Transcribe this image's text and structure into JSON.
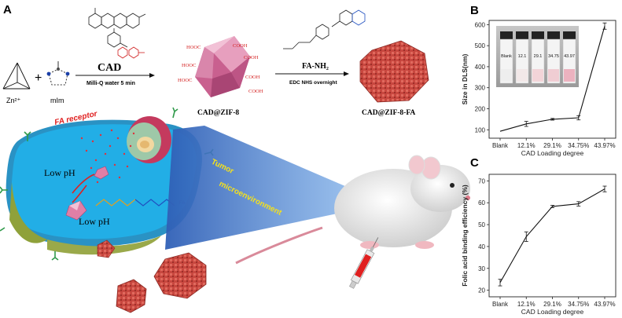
{
  "panel_a": {
    "letter": "A",
    "zn_label": "Zn²⁺",
    "mim_label": "mIm",
    "plus": "+",
    "cad_label": "CAD",
    "step1": "Milli-Q water  5 min",
    "cad_zif_label": "CAD@ZIF-8",
    "fa_label": "FA-NH₂",
    "step2": "EDC NHS overnight",
    "cad_zif_fa_label": "CAD@ZIF-8-FA",
    "fa_receptor": "FA receptor",
    "low_ph_1": "Low pH",
    "low_ph_2": "Low pH",
    "tumor_text": "Tumor",
    "micro_text": "microenvironment",
    "fa_tag": "FA",
    "cooh": "COOH",
    "hooc": "HOOC"
  },
  "panel_b": {
    "letter": "B"
  },
  "panel_c": {
    "letter": "C"
  },
  "vials": [
    "Blank",
    "12.1",
    "29.1",
    "34.75",
    "43.97"
  ],
  "colors": {
    "cell_blue": "#22aee6",
    "crystal_red": "#c8473f",
    "octa_pink": "#e07fa6",
    "arrow_red": "#e02020",
    "cone_blue": "#3a78c8"
  },
  "chart_data": [
    {
      "type": "line",
      "ylabel": "Size in DLS(nm)",
      "xlabel": "CAD Loading degree",
      "categories": [
        "Blank",
        "12.1%",
        "29.1%",
        "34.75%",
        "43.97%"
      ],
      "values": [
        93,
        128,
        150,
        157,
        593
      ],
      "errors": [
        0,
        12,
        4,
        10,
        15
      ],
      "ylim": [
        60,
        620
      ],
      "yticks": [
        100,
        200,
        300,
        400,
        500,
        600
      ]
    },
    {
      "type": "line",
      "ylabel": "Folic acid binding efficiency (%)",
      "xlabel": "CAD Loading degree",
      "categories": [
        "Blank",
        "12.1%",
        "29.1%",
        "34.75%",
        "43.97%"
      ],
      "values": [
        23.5,
        44.5,
        58.3,
        59.5,
        66.3
      ],
      "errors": [
        1.5,
        2.2,
        0.5,
        1.0,
        1.3
      ],
      "ylim": [
        17,
        73
      ],
      "yticks": [
        20,
        30,
        40,
        50,
        60,
        70
      ]
    }
  ]
}
